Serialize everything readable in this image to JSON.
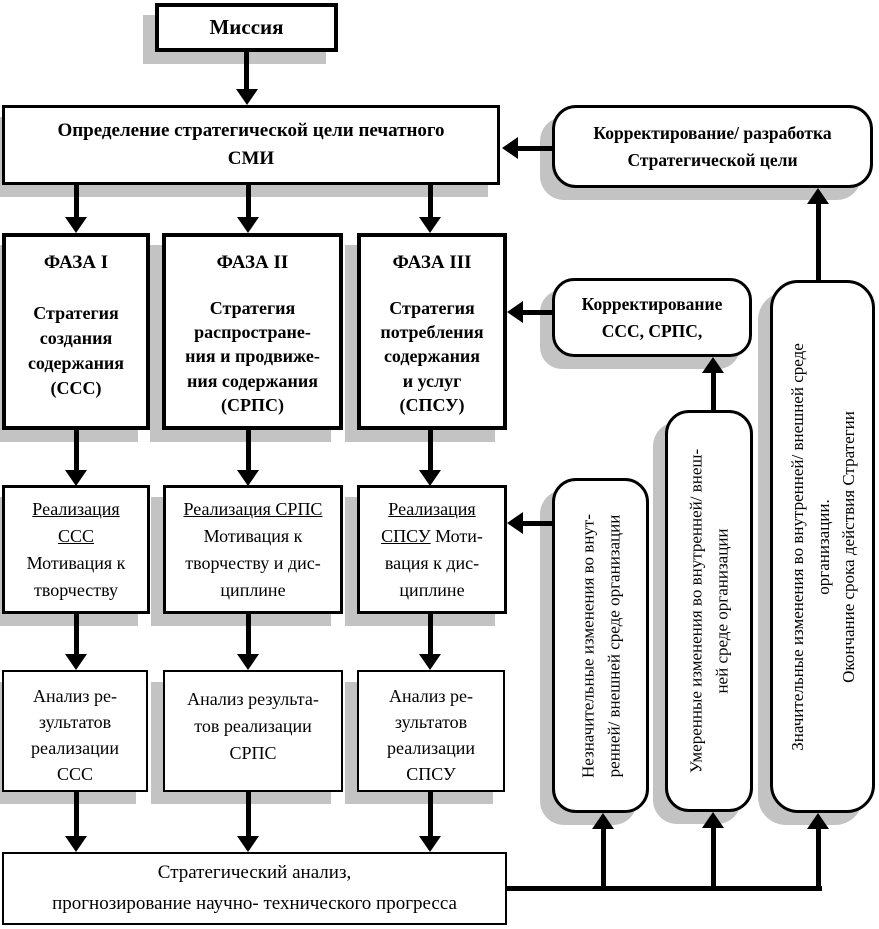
{
  "mission": {
    "label": "Миссия"
  },
  "goal": {
    "lines": [
      "Определение стратегической цели печатного",
      "СМИ"
    ]
  },
  "corr_develop": {
    "lines": [
      "Корректирование/ разработка",
      "Стратегической цели"
    ]
  },
  "corr_strategies": {
    "lines": [
      "Корректирование",
      "ССС, СРПС,"
    ]
  },
  "phase1": {
    "title": "ФАЗА I",
    "lines": [
      "Стратегия",
      "создания",
      "содержания",
      "(ССС)"
    ]
  },
  "phase2": {
    "title": "ФАЗА  II",
    "lines": [
      "Стратегия",
      "распростране-",
      "ния и продвиже-",
      "ния  содержания",
      "(СРПС)"
    ]
  },
  "phase3": {
    "title": "ФАЗА III",
    "lines": [
      "Стратегия",
      "потребления",
      "содержания",
      "и услуг",
      "(СПСУ)"
    ]
  },
  "real1": {
    "u1": "Реализация",
    "u2": "ССС",
    "lines": [
      "Мотивация к",
      "творчеству"
    ]
  },
  "real2": {
    "u1": "Реализация СРПС",
    "lines": [
      "Мотивация к",
      "творчеству и дис-",
      "циплине"
    ]
  },
  "real3": {
    "u1": "Реализация",
    "u2": "СПСУ",
    "after_u2": "Моти-",
    "lines": [
      "вация к дис-",
      "циплине"
    ]
  },
  "analysis1": {
    "lines": [
      "Анализ ре-",
      "зультатов",
      "реализации",
      "ССС"
    ]
  },
  "analysis2": {
    "lines": [
      "Анализ результа-",
      "тов реализации",
      "СРПС"
    ]
  },
  "analysis3": {
    "lines": [
      "Анализ ре-",
      "зультатов",
      "реализации",
      "СПСУ"
    ]
  },
  "strategic_analysis": {
    "lines": [
      "Стратегический анализ,",
      "прогнозирование научно- технического прогресса"
    ]
  },
  "changes_minor": {
    "lines": [
      "Незначительные изменения во внут-",
      "ренней/ внешней среде организации"
    ]
  },
  "changes_moderate": {
    "lines": [
      "Умеренные  изменения во внутренней/ внеш-",
      "ней среде организации"
    ]
  },
  "changes_significant": {
    "lines": [
      "Значительные изменения во внутренней/ внешней среде",
      "организации.",
      "Окончание срока действия Стратегии"
    ]
  },
  "colors": {
    "line": "#000000",
    "shadow": "#c3c3c3",
    "box_bg": "#ffffff"
  }
}
